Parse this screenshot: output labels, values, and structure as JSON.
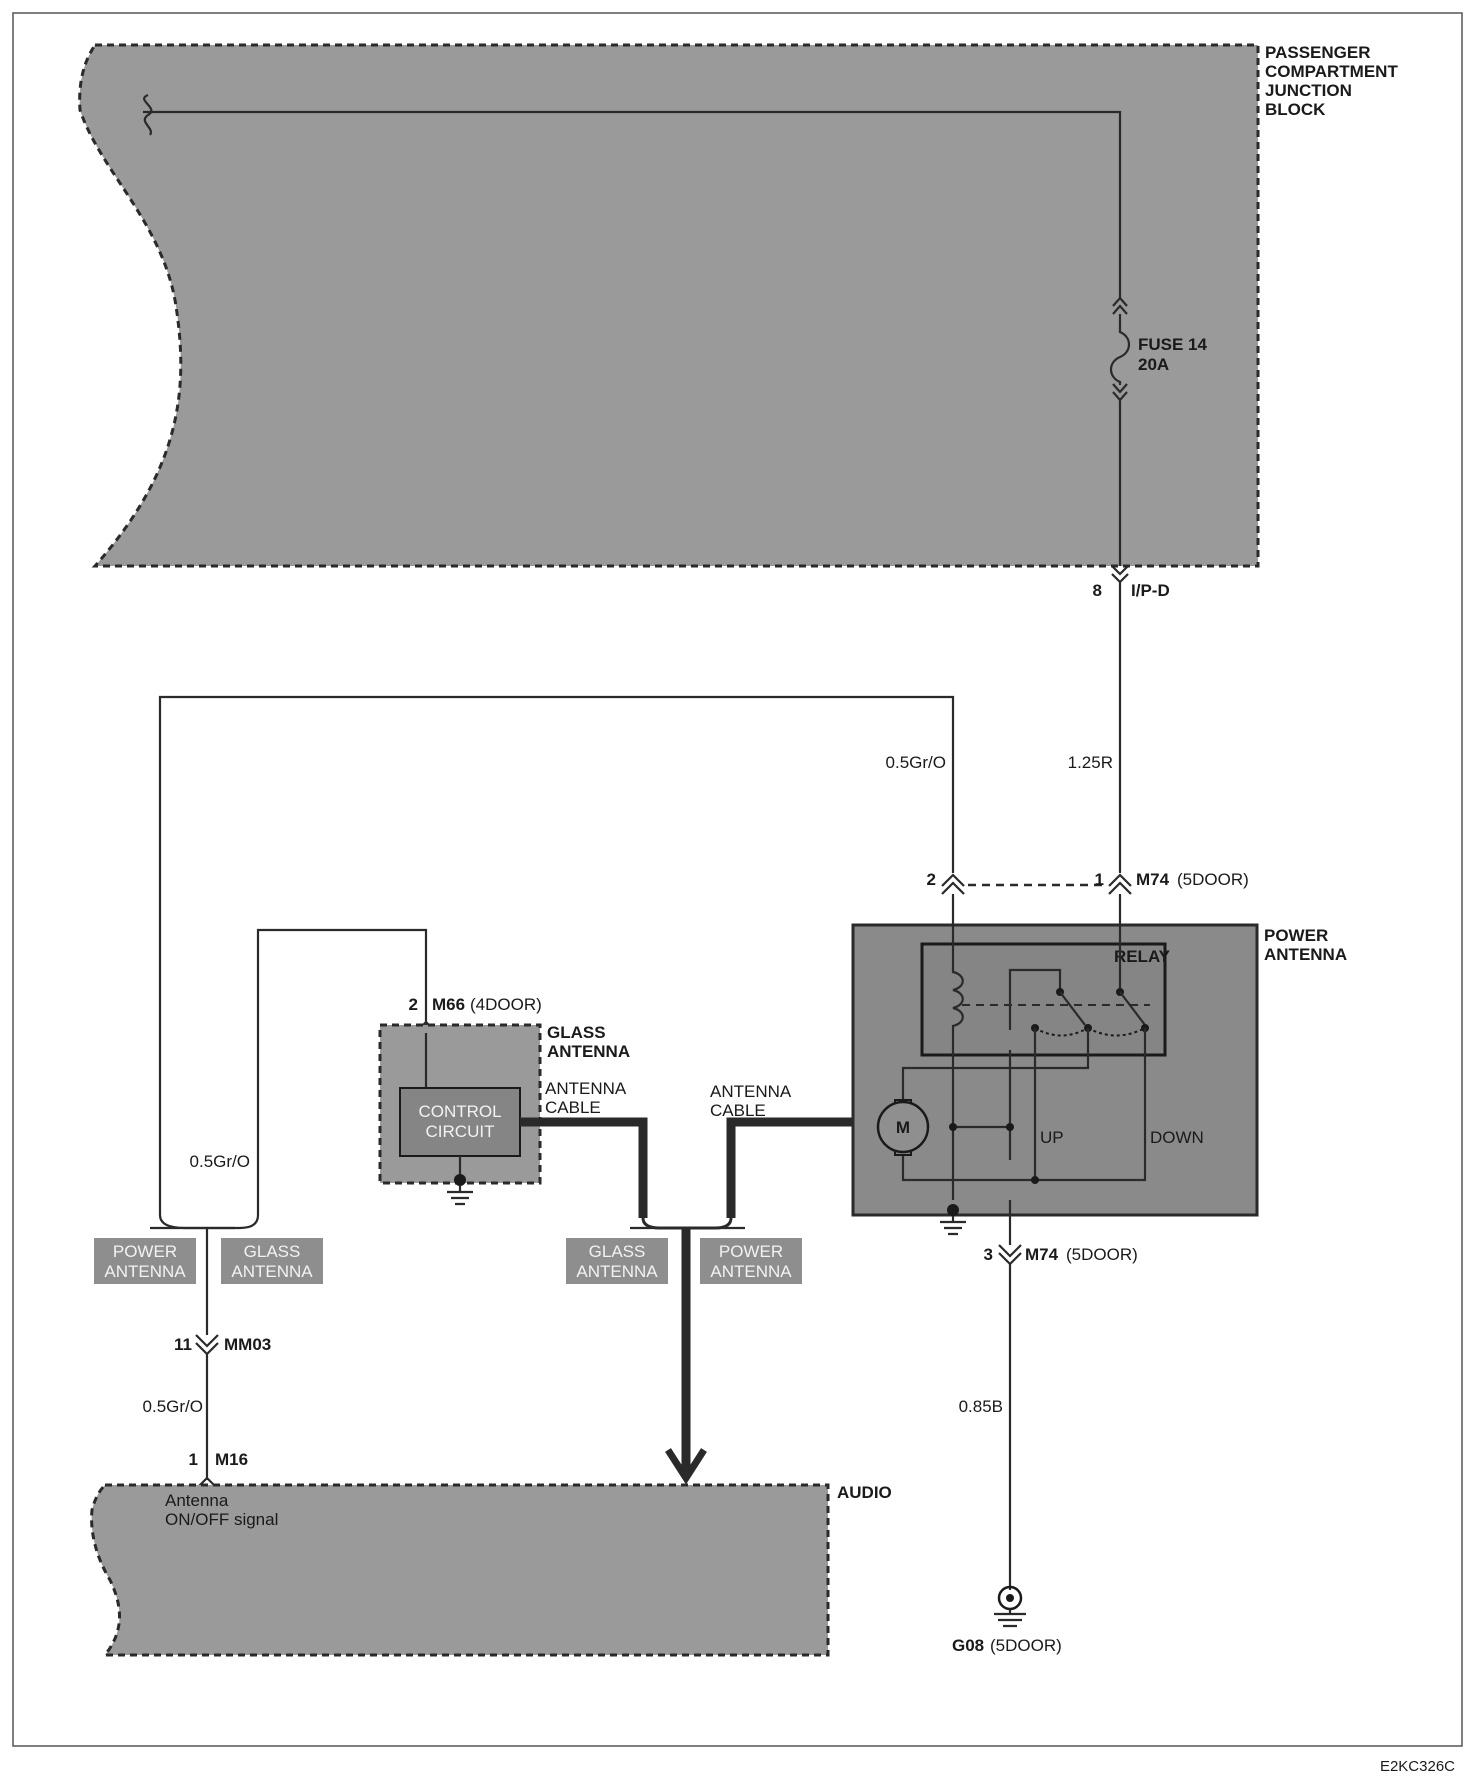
{
  "junction_block": {
    "label_line1": "PASSENGER",
    "label_line2": "COMPARTMENT",
    "label_line3": "JUNCTION",
    "label_line4": "BLOCK"
  },
  "fuse": {
    "name": "FUSE 14",
    "rating": "20A"
  },
  "connectors": {
    "ipd": {
      "pin": "8",
      "name": "I/P-D"
    },
    "m74_top_pin2": "2",
    "m74_top_pin1": "1",
    "m74_top_name": "M74",
    "m74_top_variant": "(5DOOR)",
    "m74_bottom_pin": "3",
    "m74_bottom_name": "M74",
    "m74_bottom_variant": "(5DOOR)",
    "m66_pin": "2",
    "m66_name": "M66",
    "m66_variant": "(4DOOR)",
    "mm03_pin": "11",
    "mm03_name": "MM03",
    "m16_pin": "1",
    "m16_name": "M16"
  },
  "wires": {
    "gr_o_top": "0.5Gr/O",
    "r_125": "1.25R",
    "gr_o_left": "0.5Gr/O",
    "gr_o_bottom": "0.5Gr/O",
    "b_085": "0.85B"
  },
  "power_antenna": {
    "label_line1": "POWER",
    "label_line2": "ANTENNA",
    "relay": "RELAY",
    "motor": "M",
    "up": "UP",
    "down": "DOWN"
  },
  "glass_antenna": {
    "label_line1": "GLASS",
    "label_line2": "ANTENNA",
    "control_line1": "CONTROL",
    "control_line2": "CIRCUIT"
  },
  "cables": {
    "left_line1": "ANTENNA",
    "left_line2": "CABLE",
    "right_line1": "ANTENNA",
    "right_line2": "CABLE"
  },
  "option_boxes": {
    "power_left_1": "POWER",
    "power_left_2": "ANTENNA",
    "glass_left_1": "GLASS",
    "glass_left_2": "ANTENNA",
    "glass_mid_1": "GLASS",
    "glass_mid_2": "ANTENNA",
    "power_mid_1": "POWER",
    "power_mid_2": "ANTENNA"
  },
  "audio": {
    "label": "AUDIO",
    "signal_line1": "Antenna",
    "signal_line2": "ON/OFF signal"
  },
  "ground": {
    "name": "G08",
    "variant": "(5DOOR)"
  },
  "figure_code": "E2KC326C"
}
